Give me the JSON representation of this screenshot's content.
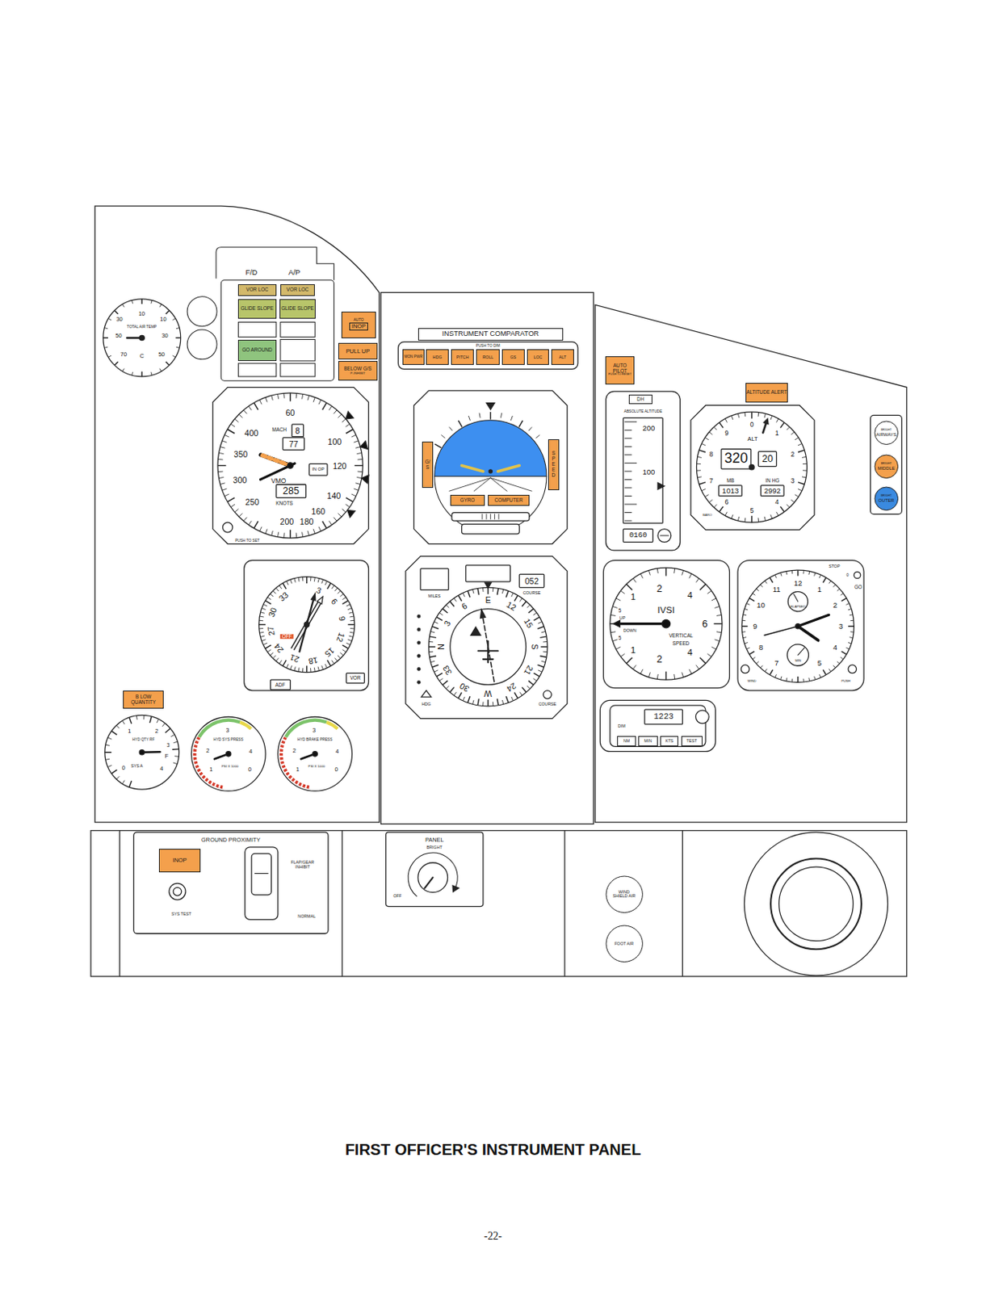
{
  "diagram": {
    "caption": "FIRST OFFICER'S INSTRUMENT PANEL",
    "nodes": [
      {
        "text": [
          "VOR LOC"
        ]
      },
      {
        "text": [
          "VOR LOC"
        ]
      },
      {
        "text": [
          "GLIDE SLOPE"
        ]
      },
      {
        "text": [
          "GLIDE SLOPE"
        ]
      },
      {
        "text": [
          "GO AROUND"
        ]
      },
      {
        "text": [
          "AUTO",
          "INOP"
        ]
      },
      {
        "text": [
          "PULL UP"
        ]
      },
      {
        "text": [
          "BELOW G/S",
          "P-INHIBIT"
        ]
      },
      {
        "text": [
          "INSTRUMENT COMPARATOR"
        ]
      },
      {
        "text": [
          "MON PWR"
        ]
      },
      {
        "text": [
          "HDG"
        ]
      },
      {
        "text": [
          "PITCH"
        ]
      },
      {
        "text": [
          "ROLL"
        ]
      },
      {
        "text": [
          "GS"
        ]
      },
      {
        "text": [
          "LOC"
        ]
      },
      {
        "text": [
          "ALT"
        ]
      },
      {
        "text": [
          "G/S"
        ]
      },
      {
        "text": [
          "SPEED"
        ]
      },
      {
        "text": [
          "GYRO"
        ]
      },
      {
        "text": [
          "COMPUTER"
        ]
      },
      {
        "text": [
          "AUTO PILOT",
          "PUSH TO RESET"
        ]
      },
      {
        "text": [
          "DH"
        ]
      },
      {
        "text": [
          "ALTITUDE ALERT"
        ]
      },
      {
        "text": [
          "BRIGHT",
          "AIRWAYS"
        ]
      },
      {
        "text": [
          "BRIGHT",
          "MIDDLE"
        ]
      },
      {
        "text": [
          "BRIGHT",
          "OUTER"
        ]
      },
      {
        "text": [
          "B LOW QUANTITY"
        ]
      },
      {
        "text": [
          "GROUND PROXIMITY",
          "SYS TEST",
          "FLAP/GEAR INHIBIT",
          "NORMAL"
        ]
      },
      {
        "text": [
          "INOP"
        ],
        "in": 27
      },
      {
        "text": [
          "PANEL",
          "BRIGHT",
          "OFF"
        ]
      },
      {
        "text": [
          "WIND SHIELD AIR"
        ]
      },
      {
        "text": [
          "FOOT AIR"
        ]
      },
      {
        "text": [
          "1223",
          "DIM"
        ]
      },
      {
        "text": [
          "NM"
        ],
        "in": 32
      },
      {
        "text": [
          "MIN"
        ],
        "in": 32
      },
      {
        "text": [
          "KTS"
        ],
        "in": 32
      },
      {
        "text": [
          "TEST"
        ],
        "in": 32
      }
    ],
    "labels": [
      "10",
      "30",
      "10",
      "TOTAL AIR TEMP",
      "50",
      "30",
      "70",
      "C",
      "50",
      "F/D",
      "A/P",
      "60",
      "400",
      "MACH",
      "8",
      "77",
      "100",
      "350",
      "120",
      "VMO",
      "IN OP",
      "300",
      "285",
      "140",
      "250",
      "KNOTS",
      "160",
      "200",
      "180",
      "PUSH TO SET",
      "30",
      "33",
      "3",
      "6",
      "9",
      "12",
      "15",
      "18",
      "21",
      "24",
      "27",
      "OFF",
      "ADF",
      "VOR",
      "N",
      "3",
      "6",
      "E",
      "12",
      "15",
      "S",
      "21",
      "24",
      "W",
      "30",
      "33",
      "052",
      "COURSE",
      "MILES",
      "HDG",
      "COURSE",
      "ABSOLUTE ALTITUDE",
      "200",
      "100",
      "0160",
      "0",
      "1",
      "2",
      "3",
      "4",
      "5",
      "6",
      "7",
      "8",
      "9",
      "ALT",
      "320",
      "20",
      "MB",
      "IN HG",
      "1013",
      "2992",
      "BARO",
      "1",
      "2",
      "4",
      "6",
      "4",
      "2",
      "1",
      "5",
      "UP",
      "DOWN",
      "5",
      "IVSI",
      "VERTICAL",
      "SPEED",
      "STOP",
      "0",
      "GO",
      "12",
      "11",
      "1",
      "2",
      "10",
      "3",
      "9",
      "4",
      "8",
      "7",
      "5",
      "ELAPSED",
      "MIN",
      "WIND",
      "PUSH",
      "1",
      "2",
      "HYD QTY RF",
      "3",
      "F",
      "SYS A",
      "0",
      "4",
      "3",
      "HYD SYS PRESS",
      "2",
      "4",
      "1",
      "PSI X 1000",
      "0",
      "3",
      "HYD BRAKE PRESS",
      "2",
      "4",
      "1",
      "PSI X 1000",
      "0",
      "PUSH TO DIM",
      "-22-"
    ]
  }
}
